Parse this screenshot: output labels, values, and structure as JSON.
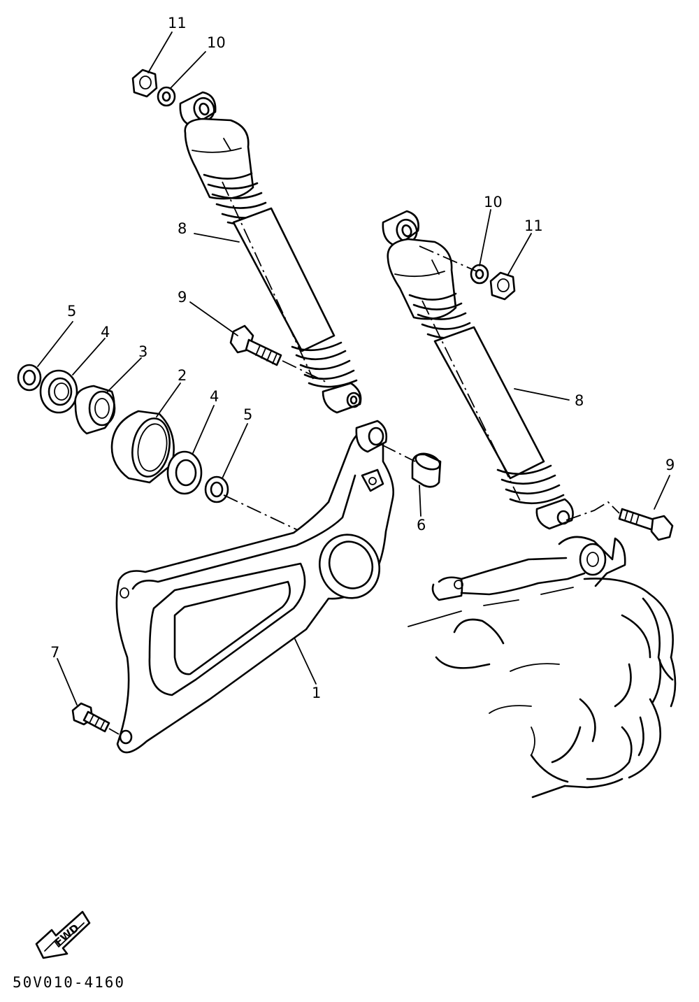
{
  "callouts": {
    "c1": "1",
    "c2": "2",
    "c3": "3",
    "c4a": "4",
    "c4b": "4",
    "c5a": "5",
    "c5b": "5",
    "c6": "6",
    "c7": "7",
    "c8a": "8",
    "c8b": "8",
    "c9a": "9",
    "c9b": "9",
    "c10a": "10",
    "c10b": "10",
    "c11a": "11",
    "c11b": "11"
  },
  "direction_label": "FWD",
  "diagram_code": "50V010-4160"
}
